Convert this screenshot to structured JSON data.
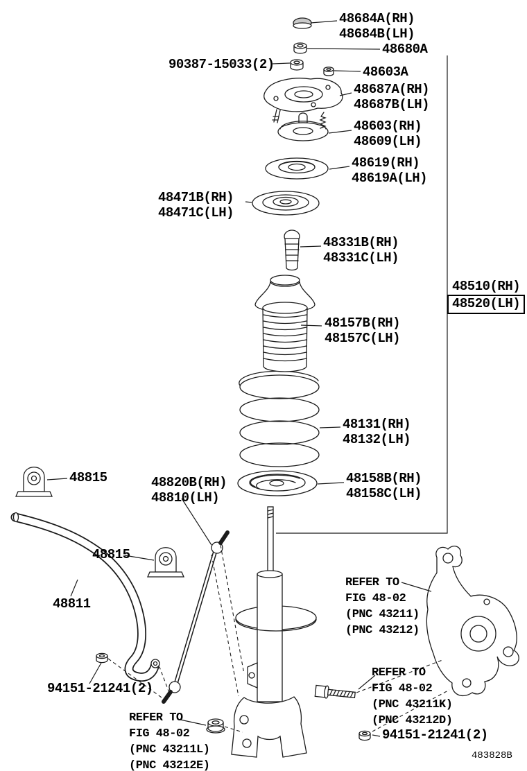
{
  "page": {
    "background": "#ffffff",
    "ink_color": "#1b1b1b",
    "diagram_code": "483828B"
  },
  "labels": {
    "cap": {
      "line1": "48684A(RH)",
      "line2": "48684B(LH)"
    },
    "support_nut": {
      "line1": "48680A"
    },
    "lock_nut": {
      "line1": "90387-15033(2)"
    },
    "mount_nut": {
      "line1": "48603A"
    },
    "support": {
      "line1": "48687A(RH)",
      "line2": "48687B(LH)"
    },
    "mount": {
      "line1": "48603(RH)",
      "line2": "48609(LH)"
    },
    "bearing": {
      "line1": "48619(RH)",
      "line2": "48619A(LH)"
    },
    "upper_seat": {
      "line1": "48471B(RH)",
      "line2": "48471C(LH)"
    },
    "bumper": {
      "line1": "48331B(RH)",
      "line2": "48331C(LH)"
    },
    "boot": {
      "line1": "48157B(RH)",
      "line2": "48157C(LH)"
    },
    "assembly": {
      "line1": "48510(RH)",
      "line2": "48520(LH)"
    },
    "spring": {
      "line1": "48131(RH)",
      "line2": "48132(LH)"
    },
    "lower_seat": {
      "line1": "48158B(RH)",
      "line2": "48158C(LH)"
    },
    "bushing_a": {
      "line1": "48815"
    },
    "link": {
      "line1": "48820B(RH)",
      "line2": "48810(LH)"
    },
    "bushing_b": {
      "line1": "48815"
    },
    "bar": {
      "line1": "48811"
    },
    "link_nut_left": {
      "line1": "94151-21241(2)"
    },
    "link_nut_right": {
      "line1": "94151-21241(2)"
    }
  },
  "notes": {
    "knuckle": {
      "line1": "REFER TO",
      "line2": "FIG 48-02",
      "line3": "(PNC 43211)",
      "line4": "(PNC 43212)"
    },
    "knuckle_bolt": {
      "line1": "REFER TO",
      "line2": "FIG 48-02",
      "line3": "(PNC 43211K)",
      "line4": "(PNC 43212D)"
    },
    "bracket_nut": {
      "line1": "REFER TO",
      "line2": "FIG 48-02",
      "line3": "(PNC 43211L)",
      "line4": "(PNC 43212E)"
    }
  }
}
